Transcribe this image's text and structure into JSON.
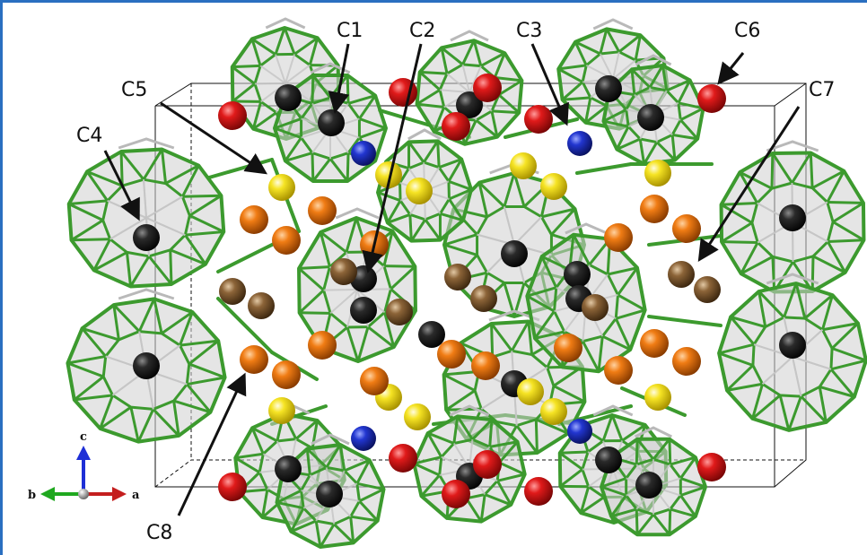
{
  "figure": {
    "labels": {
      "c1": "C1",
      "c2": "C2",
      "c3": "C3",
      "c4": "C4",
      "c5": "C5",
      "c6": "C6",
      "c7": "C7",
      "c8": "C8"
    },
    "axes": {
      "a": "a",
      "b": "b",
      "c": "c"
    }
  },
  "colors": {
    "cage_edge": "#3c9a2e",
    "cage_fill": "#cfcfcf",
    "atom_black": "#1c1c1c",
    "atom_red": "#d81818",
    "atom_blue": "#1f34c8",
    "atom_yellow": "#f4e21e",
    "atom_orange": "#ee7a12",
    "atom_brown": "#8a6236",
    "axis_red": "#c41e1e",
    "axis_green": "#1fa81f",
    "axis_blue": "#1e2fd6"
  }
}
